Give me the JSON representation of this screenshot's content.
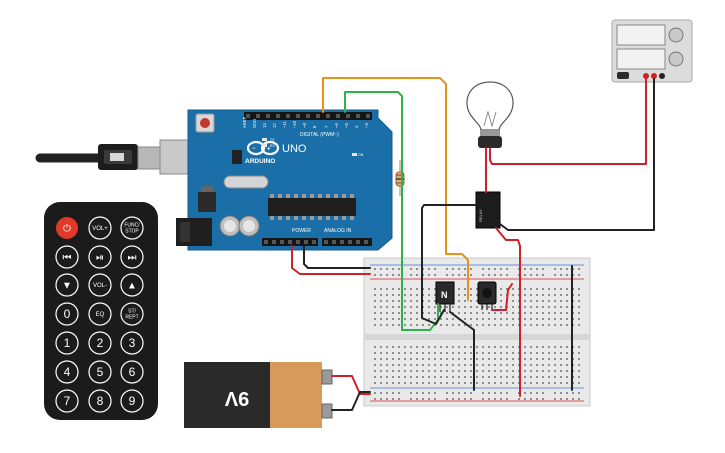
{
  "arduino": {
    "brand": "ARDUINO",
    "model": "UNO",
    "digital_label": "DIGITAL (PWM~)",
    "analog_label": "ANALOG IN",
    "power_label": "POWER",
    "tx_label": "TX",
    "rx_label": "RX",
    "on_label": "ON",
    "l_label": "L"
  },
  "battery": {
    "label": "9V"
  },
  "transistor": {
    "label": "N"
  },
  "remote": {
    "buttons": [
      {
        "id": "power",
        "label": "⏻",
        "kind": "power"
      },
      {
        "id": "volplus",
        "label": "VOL+",
        "kind": "text"
      },
      {
        "id": "funcstop",
        "label": "FUNC/ STOP",
        "kind": "text2"
      },
      {
        "id": "rewind",
        "label": "⏮",
        "kind": "icon"
      },
      {
        "id": "play",
        "label": "⏯",
        "kind": "icon"
      },
      {
        "id": "forward",
        "label": "⏭",
        "kind": "icon"
      },
      {
        "id": "down",
        "label": "▼",
        "kind": "icon"
      },
      {
        "id": "volminus",
        "label": "VOL-",
        "kind": "text"
      },
      {
        "id": "up",
        "label": "▲",
        "kind": "icon"
      },
      {
        "id": "zero",
        "label": "0",
        "kind": "num"
      },
      {
        "id": "eq",
        "label": "EQ",
        "kind": "text"
      },
      {
        "id": "strept",
        "label": "ST/ REPT",
        "kind": "text2"
      },
      {
        "id": "one",
        "label": "1",
        "kind": "num"
      },
      {
        "id": "two",
        "label": "2",
        "kind": "num"
      },
      {
        "id": "three",
        "label": "3",
        "kind": "num"
      },
      {
        "id": "four",
        "label": "4",
        "kind": "num"
      },
      {
        "id": "five",
        "label": "5",
        "kind": "num"
      },
      {
        "id": "six",
        "label": "6",
        "kind": "num"
      },
      {
        "id": "seven",
        "label": "7",
        "kind": "num"
      },
      {
        "id": "eight",
        "label": "8",
        "kind": "num"
      },
      {
        "id": "nine",
        "label": "9",
        "kind": "num"
      }
    ]
  },
  "colors": {
    "arduino_blue": "#1a6fa8",
    "wire_orange": "#e8901a",
    "wire_green": "#2cb34a",
    "wire_red": "#d0202a",
    "wire_black": "#222222",
    "power_button": "#e23a2a",
    "battery_orange": "#d89a5a"
  }
}
